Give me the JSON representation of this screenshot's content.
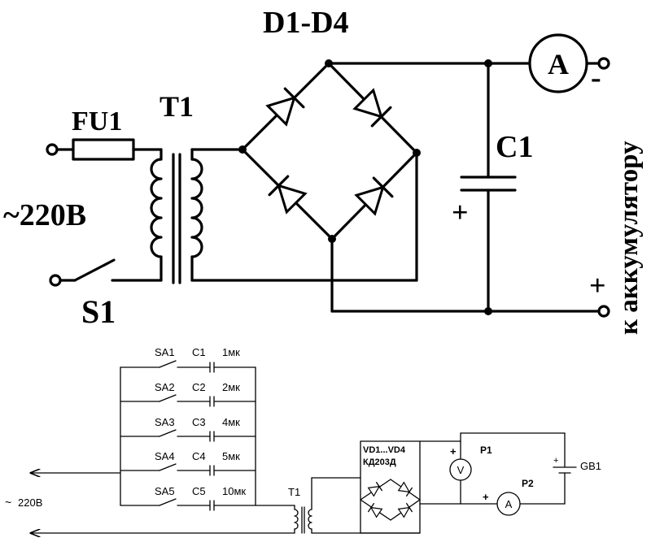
{
  "top_diagram": {
    "bridge_label": "D1-D4",
    "transformer_label": "T1",
    "fuse_label": "FU1",
    "voltage_label": "~220B",
    "switch_label": "S1",
    "capacitor_label": "C1",
    "ammeter_symbol": "A",
    "battery_text": "к аккумулятору",
    "minus_sign": "-",
    "plus_sign": "+",
    "cap_plus_sign": "+"
  },
  "bottom_diagram": {
    "capacitor_rows": [
      {
        "switch": "SA1",
        "cap": "C1",
        "value": "1мк"
      },
      {
        "switch": "SA2",
        "cap": "C2",
        "value": "2мк"
      },
      {
        "switch": "SA3",
        "cap": "C3",
        "value": "4мк"
      },
      {
        "switch": "SA4",
        "cap": "C4",
        "value": "5мк"
      },
      {
        "switch": "SA5",
        "cap": "C5",
        "value": "10мк"
      }
    ],
    "voltage_label": "220В",
    "transformer_label": "T1",
    "bridge_label": "VD1...VD4",
    "diode_type": "КД203Д",
    "voltmeter_label": "P1",
    "voltmeter_symbol": "V",
    "ammeter_label": "P2",
    "ammeter_symbol": "A",
    "battery_label": "GB1",
    "plus_sign": "+"
  }
}
